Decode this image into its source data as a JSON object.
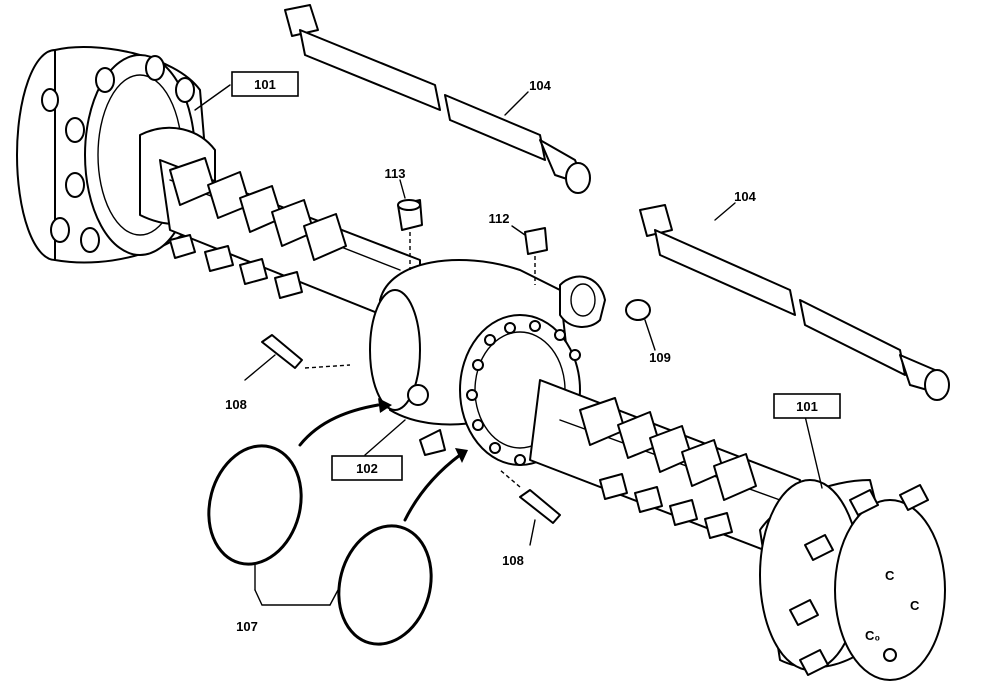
{
  "callouts": {
    "c101_top": "101",
    "c101_right": "101",
    "c102": "102",
    "c104_top": "104",
    "c104_right": "104",
    "c107": "107",
    "c108_left": "108",
    "c108_bottom": "108",
    "c109": "109",
    "c112": "112",
    "c113": "113"
  },
  "hub_cover_marks": [
    "C",
    "C",
    "C₀"
  ]
}
